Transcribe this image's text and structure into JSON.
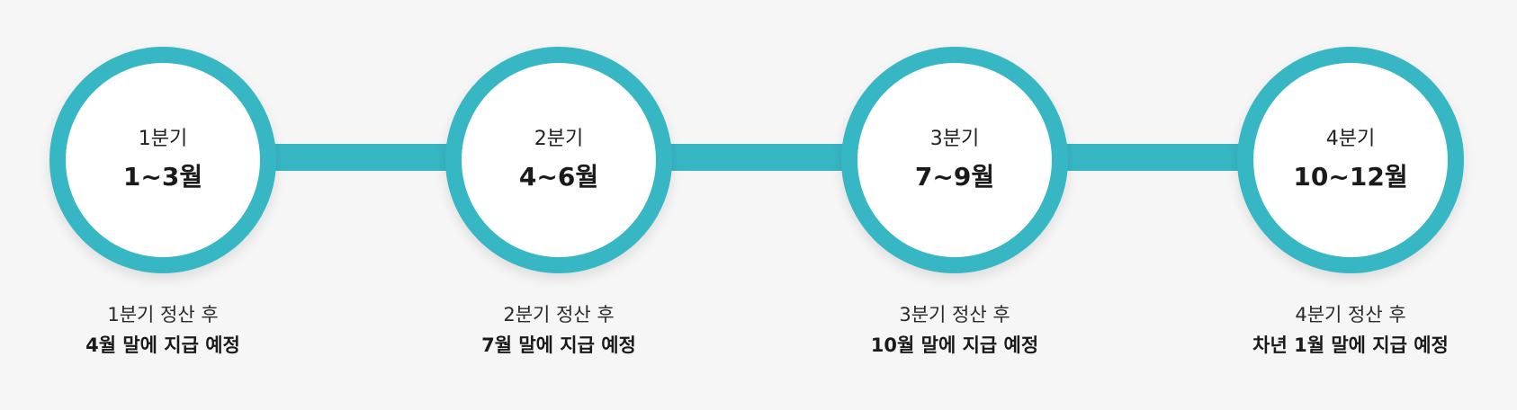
{
  "accent_color": "#37b7c4",
  "steps": [
    {
      "quarter": "1분기",
      "months": "1~3월",
      "caption_line1": "1분기 정산 후",
      "caption_line2": "4월 말에 지급 예정"
    },
    {
      "quarter": "2분기",
      "months": "4~6월",
      "caption_line1": "2분기 정산 후",
      "caption_line2": "7월 말에 지급 예정"
    },
    {
      "quarter": "3분기",
      "months": "7~9월",
      "caption_line1": "3분기 정산 후",
      "caption_line2": "10월 말에 지급 예정"
    },
    {
      "quarter": "4분기",
      "months": "10~12월",
      "caption_line1": "4분기 정산 후",
      "caption_line2": "차년 1월 말에 지급 예정"
    }
  ]
}
